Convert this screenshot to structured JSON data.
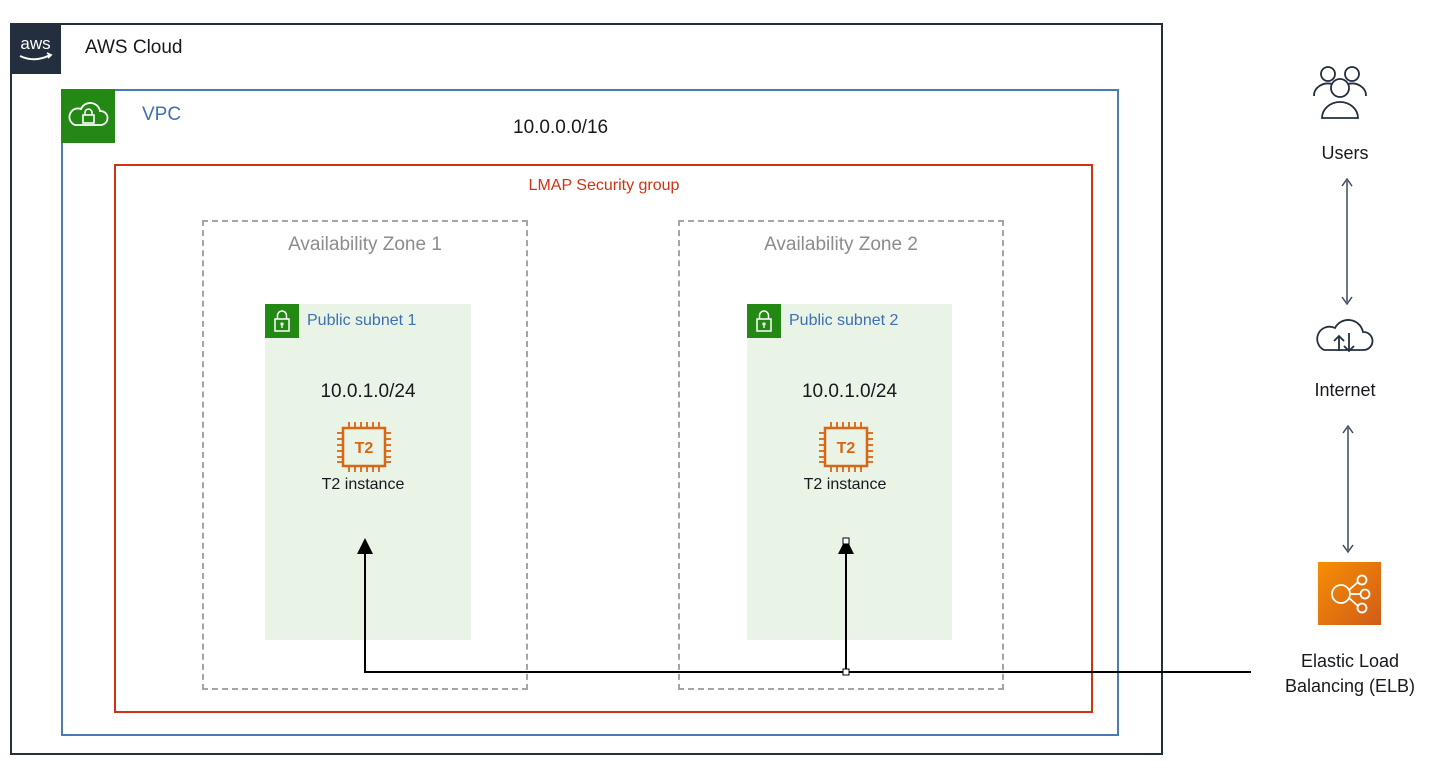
{
  "aws_cloud": {
    "label": "AWS Cloud",
    "logo_text": "aws"
  },
  "vpc": {
    "label": "VPC",
    "cidr": "10.0.0.0/16"
  },
  "security_group": {
    "label": "LMAP Security group"
  },
  "availability_zones": [
    {
      "label": "Availability Zone 1",
      "subnet": {
        "label": "Public subnet 1",
        "cidr": "10.0.1.0/24",
        "instance_label": "T2 instance",
        "chip_text": "T2"
      }
    },
    {
      "label": "Availability Zone 2",
      "subnet": {
        "label": "Public subnet 2",
        "cidr": "10.0.1.0/24",
        "instance_label": "T2 instance",
        "chip_text": "T2"
      }
    }
  ],
  "external": {
    "users": {
      "label": "Users",
      "icon": "users-icon"
    },
    "internet": {
      "label": "Internet",
      "icon": "cloud-upload-download-icon"
    },
    "elb": {
      "label_line1": "Elastic Load",
      "label_line2": "Balancing (ELB)",
      "icon": "load-balancer-icon"
    }
  },
  "colors": {
    "aws_dark": "#232f3e",
    "vpc_blue": "#4a7bb7",
    "security_group_red": "#d13212",
    "subnet_green": "#248814",
    "subnet_fill": "#e9f3e6",
    "ec2_orange": "#d86613",
    "elb_orange": "#f78e04"
  }
}
